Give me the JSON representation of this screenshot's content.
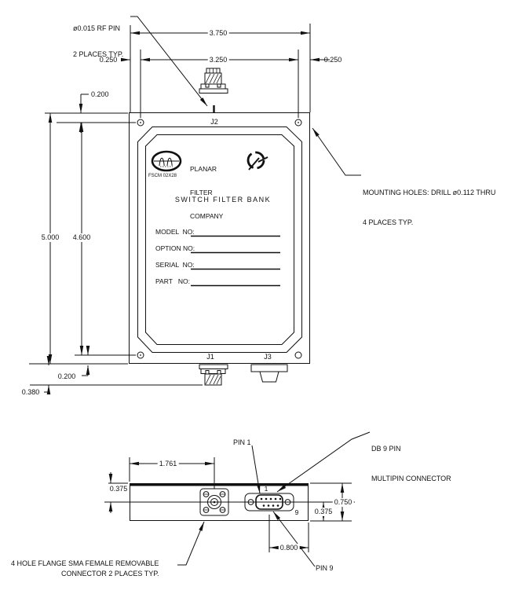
{
  "top_view": {
    "connector_labels": {
      "j1": "J1",
      "j2": "J2",
      "j3": "J3"
    },
    "dims": {
      "width_overall": "3.750",
      "width_holes": "3.250",
      "hole_inset_left": "0.250",
      "hole_inset_right": "0.250",
      "hole_top_offset": "0.200",
      "height_overall": "5.000",
      "height_holes": "4.600",
      "hole_bottom_offset": "0.200",
      "connector_protrusion": "0.380"
    },
    "callouts": {
      "rf_pin_line1": "ø0.015 RF PIN",
      "rf_pin_line2": "2 PLACES TYP.",
      "mounting_line1": "MOUNTING HOLES: DRILL ø0.112 THRU",
      "mounting_line2": "4 PLACES TYP."
    },
    "plate": {
      "company_line1": "PLANAR",
      "company_line2": "FILTER",
      "company_line3": "COMPANY",
      "fscm": "FSCM 02X28",
      "title": "SWITCH FILTER BANK",
      "fields": [
        "MODEL  NO:",
        "OPTION NO:",
        "SERIAL  NO:",
        "PART   NO:"
      ]
    }
  },
  "bottom_view": {
    "dims": {
      "sma_center_offset": "1.761",
      "top_to_center": "0.375",
      "height_overall": "0.750",
      "center_to_bottom": "0.375",
      "db9_center_offset": "0.800"
    },
    "pin_markers": {
      "pin1": "1",
      "pin9": "9"
    },
    "callouts": {
      "pin1": "PIN 1",
      "pin9": "PIN 9",
      "db9_line1": "DB 9 PIN",
      "db9_line2": "MULTIPIN CONNECTOR",
      "sma_line1": "4 HOLE FLANGE SMA FEMALE REMOVABLE",
      "sma_line2": "CONNECTOR 2 PLACES TYP."
    }
  },
  "colors": {
    "ink": "#111111",
    "paper": "#ffffff"
  }
}
